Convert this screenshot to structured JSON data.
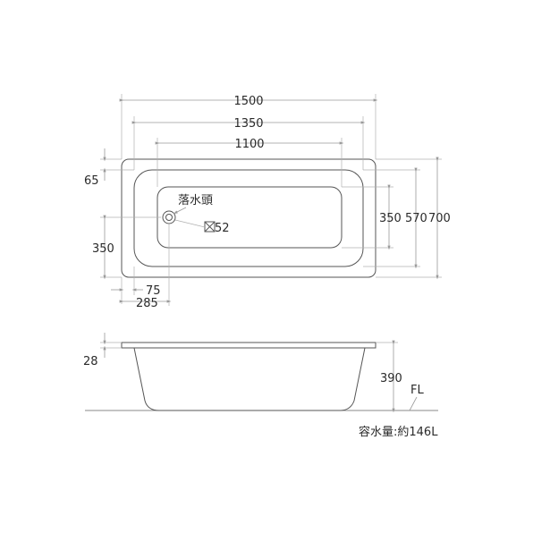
{
  "plan": {
    "dim_overall_length": "1500",
    "dim_inner_length": "1350",
    "dim_bottom_length": "1100",
    "dim_rim_top": "65",
    "dim_drain_height": "350",
    "dim_drain_offset_small": "75",
    "dim_drain_offset_large": "285",
    "dim_inner_bottom_width": "350",
    "dim_inner_width": "570",
    "dim_overall_width": "700",
    "drain_label": "落水頭",
    "drain_size_label": "52"
  },
  "section": {
    "dim_rim_thickness": "28",
    "dim_height": "390",
    "floor_label": "FL",
    "capacity_label": "容水量:約146L"
  }
}
